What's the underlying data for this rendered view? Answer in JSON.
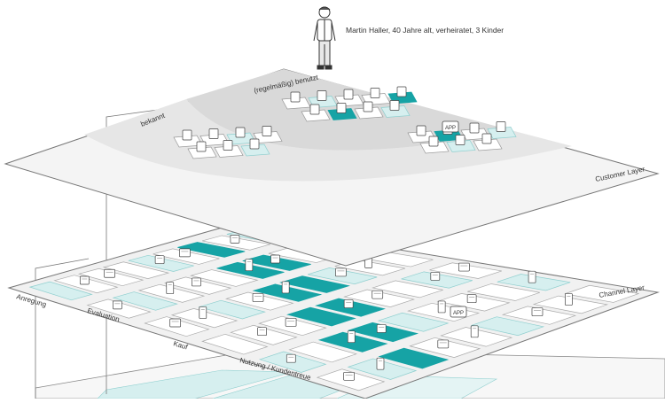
{
  "persona": {
    "caption": "Martin Haller, 40 Jahre alt, verheiratet, 3 Kinder"
  },
  "customer_layer": {
    "title": "Customer Layer",
    "zone_regular": "(regelmäßig) benutzt",
    "zone_known": "bekannt"
  },
  "channel_layer": {
    "title": "Channel Layer",
    "phases": [
      "Anregung",
      "Evaluation",
      "Kauf",
      "Nutzung / Kundentreue"
    ]
  },
  "icons": {
    "app_badge_text": "APP"
  },
  "colors": {
    "accent": "#16a3a5",
    "accent_light": "#d6efef",
    "layer_fill": "#f3f3f3",
    "zone_regular": "#dcdcdc",
    "zone_known": "#e7e7e7",
    "line": "#666666"
  }
}
